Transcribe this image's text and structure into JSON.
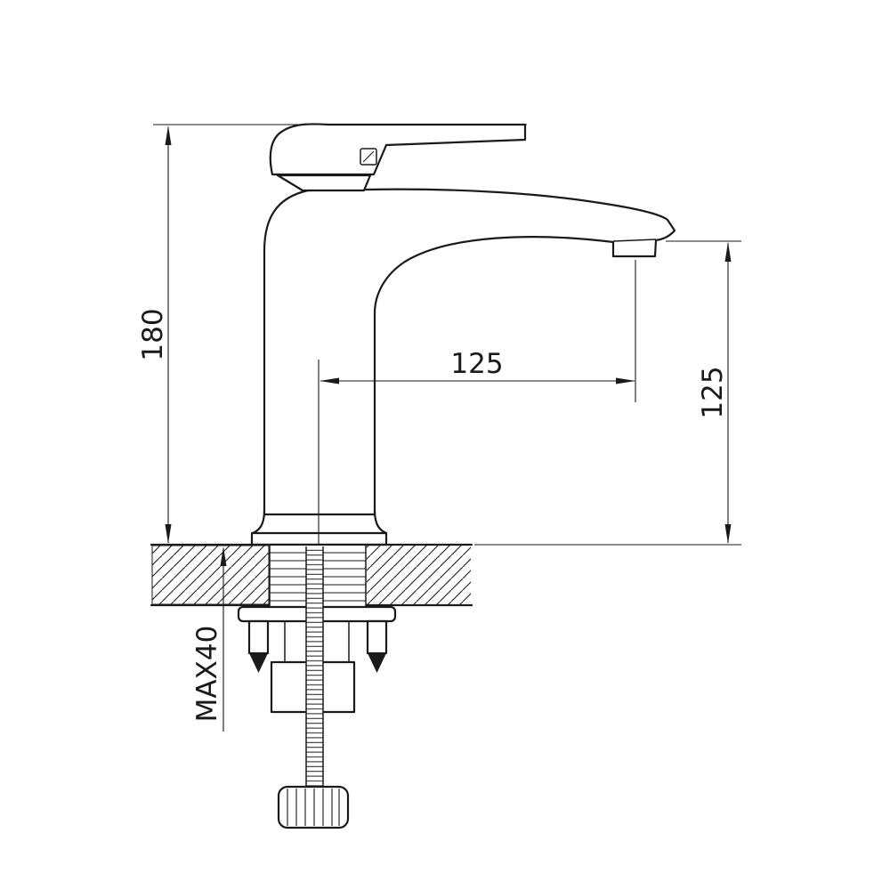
{
  "drawing": {
    "background_color": "#ffffff",
    "line_color": "#1a1a1a",
    "labels": {
      "overall_height": "180",
      "spout_reach": "125",
      "spout_height": "125",
      "max_mounting_thickness": "MAX40"
    }
  }
}
